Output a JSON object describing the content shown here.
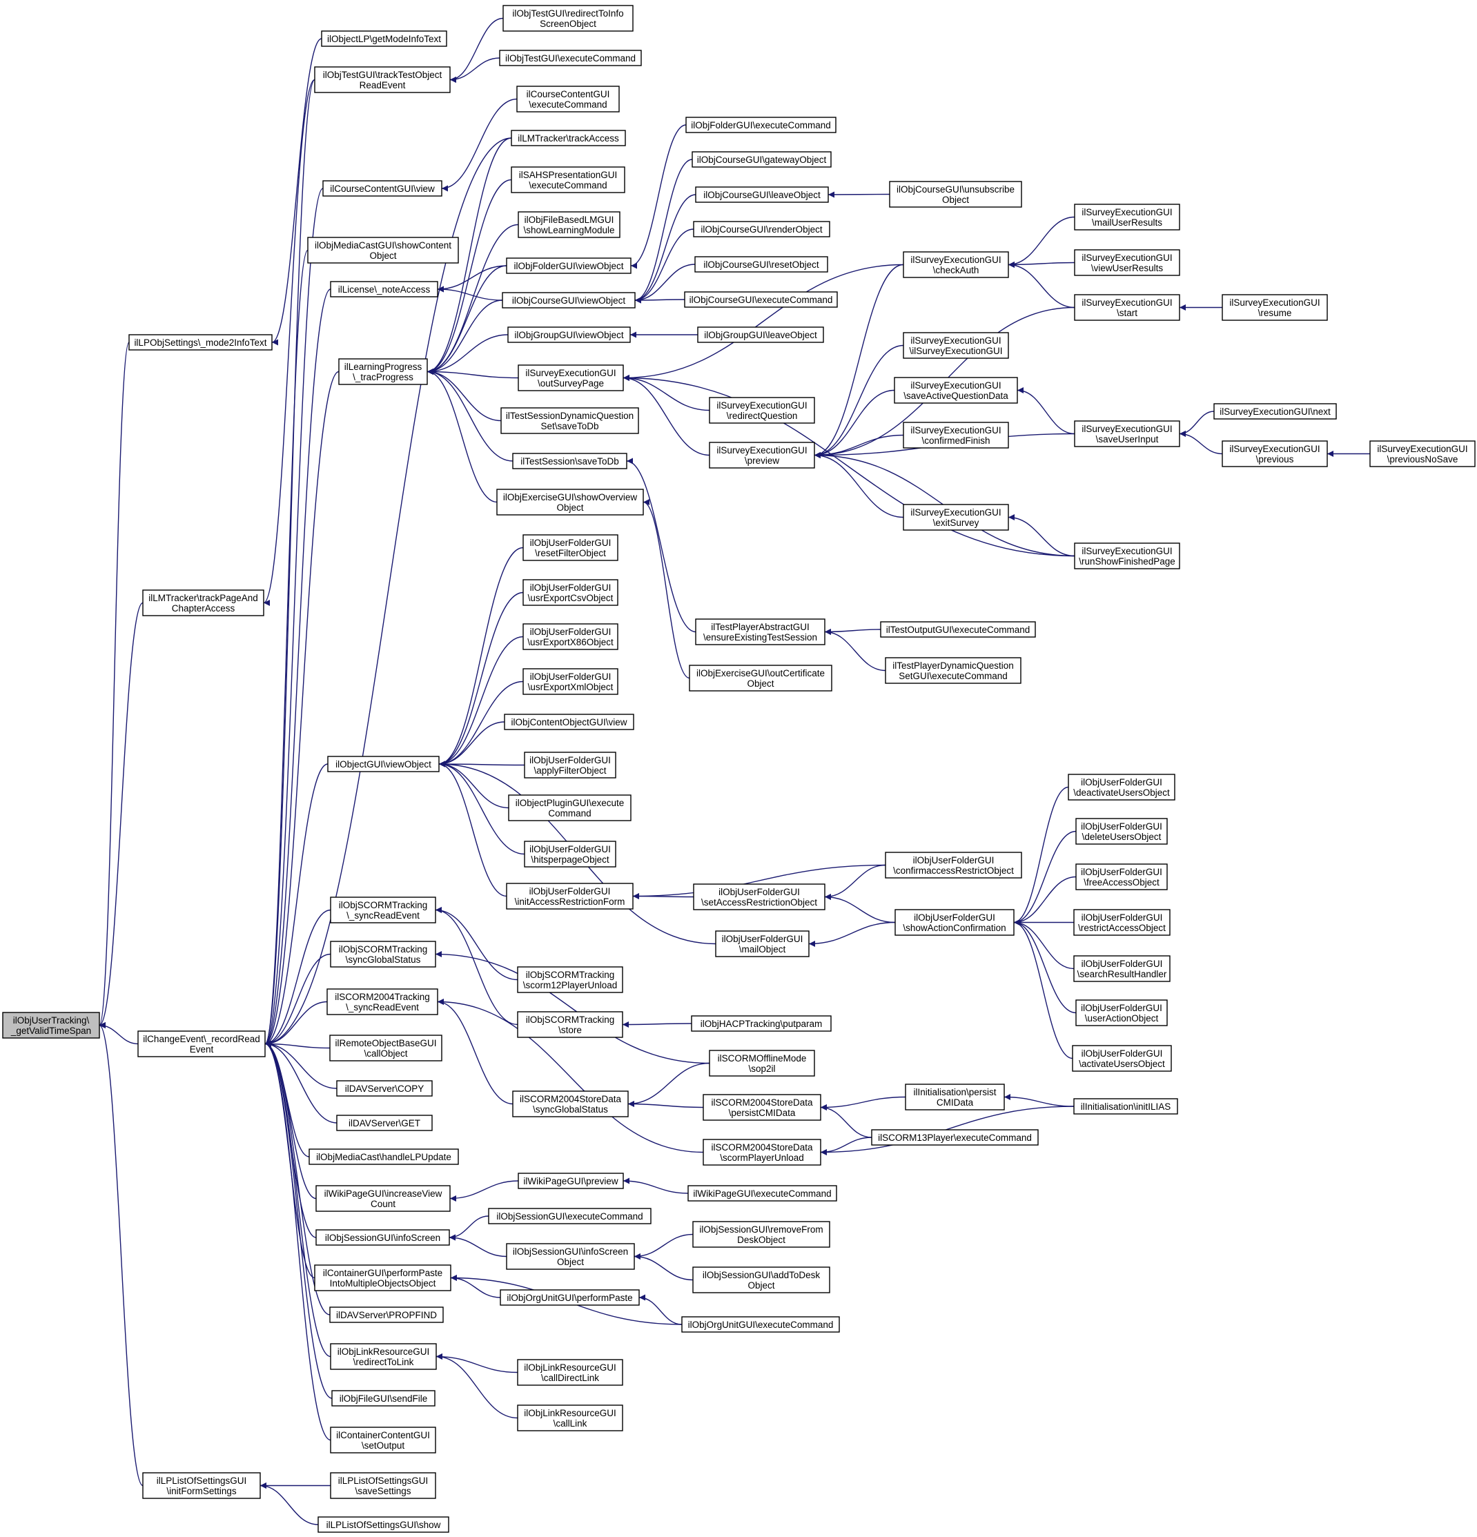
{
  "graph": {
    "nodes": [
      {
        "id": "root",
        "lines": [
          "ilObjUserTracking\\",
          "_getValidTimeSpan"
        ],
        "root": true
      },
      {
        "id": "lpSettingsMode",
        "lines": [
          "ilLPObjSettings\\_mode2InfoText"
        ]
      },
      {
        "id": "lmTrackerPage",
        "lines": [
          "ilLMTracker\\trackPageAnd",
          "ChapterAccess"
        ]
      },
      {
        "id": "changeEvent",
        "lines": [
          "ilChangeEvent\\_recordRead",
          "Event"
        ]
      },
      {
        "id": "lpListInit",
        "lines": [
          "ilLPListOfSettingsGUI",
          "\\initFormSettings"
        ]
      },
      {
        "id": "objectLP",
        "lines": [
          "ilObjectLP\\getModeInfoText"
        ]
      },
      {
        "id": "testTrack",
        "lines": [
          "ilObjTestGUI\\trackTestObject",
          "ReadEvent"
        ]
      },
      {
        "id": "courseContentView",
        "lines": [
          "ilCourseContentGUI\\view"
        ]
      },
      {
        "id": "mediaCastShow",
        "lines": [
          "ilObjMediaCastGUI\\showContent",
          "Object"
        ]
      },
      {
        "id": "licenseNote",
        "lines": [
          "ilLicense\\_noteAccess"
        ]
      },
      {
        "id": "learningProgress",
        "lines": [
          "ilLearningProgress",
          "\\_tracProgress"
        ]
      },
      {
        "id": "objectGUIView",
        "lines": [
          "ilObjectGUI\\viewObject"
        ]
      },
      {
        "id": "scormSyncRead",
        "lines": [
          "ilObjSCORMTracking",
          "\\_syncReadEvent"
        ]
      },
      {
        "id": "scormSyncGlobal",
        "lines": [
          "ilObjSCORMTracking",
          "\\syncGlobalStatus"
        ]
      },
      {
        "id": "scorm2004Sync",
        "lines": [
          "ilSCORM2004Tracking",
          "\\_syncReadEvent"
        ]
      },
      {
        "id": "remoteCall",
        "lines": [
          "ilRemoteObjectBaseGUI",
          "\\callObject"
        ]
      },
      {
        "id": "davCopy",
        "lines": [
          "ilDAVServer\\COPY"
        ]
      },
      {
        "id": "davGet",
        "lines": [
          "ilDAVServer\\GET"
        ]
      },
      {
        "id": "mediaCastLP",
        "lines": [
          "ilObjMediaCast\\handleLPUpdate"
        ]
      },
      {
        "id": "wikiIncrease",
        "lines": [
          "ilWikiPageGUI\\increaseView",
          "Count"
        ]
      },
      {
        "id": "sessionInfo",
        "lines": [
          "ilObjSessionGUI\\infoScreen"
        ]
      },
      {
        "id": "containerPaste",
        "lines": [
          "ilContainerGUI\\performPaste",
          "IntoMultipleObjectsObject"
        ]
      },
      {
        "id": "davPropfind",
        "lines": [
          "ilDAVServer\\PROPFIND"
        ]
      },
      {
        "id": "linkRedirect",
        "lines": [
          "ilObjLinkResourceGUI",
          "\\redirectToLink"
        ]
      },
      {
        "id": "fileSend",
        "lines": [
          "ilObjFileGUI\\sendFile"
        ]
      },
      {
        "id": "containerContentOut",
        "lines": [
          "ilContainerContentGUI",
          "\\setOutput"
        ]
      },
      {
        "id": "lpListSave",
        "lines": [
          "ilLPListOfSettingsGUI",
          "\\saveSettings"
        ]
      },
      {
        "id": "lpListShow",
        "lines": [
          "ilLPListOfSettingsGUI\\show"
        ]
      },
      {
        "id": "testRedirect",
        "lines": [
          "ilObjTestGUI\\redirectToInfo",
          "ScreenObject"
        ]
      },
      {
        "id": "testExecute",
        "lines": [
          "ilObjTestGUI\\executeCommand"
        ]
      },
      {
        "id": "courseContentExec",
        "lines": [
          "ilCourseContentGUI",
          "\\executeCommand"
        ]
      },
      {
        "id": "lmTrackAccess",
        "lines": [
          "ilLMTracker\\trackAccess"
        ]
      },
      {
        "id": "sahsExec",
        "lines": [
          "ilSAHSPresentationGUI",
          "\\executeCommand"
        ]
      },
      {
        "id": "fileLMShow",
        "lines": [
          "ilObjFileBasedLMGUI",
          "\\showLearningModule"
        ]
      },
      {
        "id": "folderView",
        "lines": [
          "ilObjFolderGUI\\viewObject"
        ]
      },
      {
        "id": "courseView",
        "lines": [
          "ilObjCourseGUI\\viewObject"
        ]
      },
      {
        "id": "groupView",
        "lines": [
          "ilObjGroupGUI\\viewObject"
        ]
      },
      {
        "id": "surveyOut",
        "lines": [
          "ilSurveyExecutionGUI",
          "\\outSurveyPage"
        ]
      },
      {
        "id": "testSessionDyn",
        "lines": [
          "ilTestSessionDynamicQuestion",
          "Set\\saveToDb"
        ]
      },
      {
        "id": "testSessionSave",
        "lines": [
          "ilTestSession\\saveToDb"
        ]
      },
      {
        "id": "exerciseShow",
        "lines": [
          "ilObjExerciseGUI\\showOverview",
          "Object"
        ]
      },
      {
        "id": "folderExec",
        "lines": [
          "ilObjFolderGUI\\executeCommand"
        ]
      },
      {
        "id": "courseGateway",
        "lines": [
          "ilObjCourseGUI\\gatewayObject"
        ]
      },
      {
        "id": "courseLeave",
        "lines": [
          "ilObjCourseGUI\\leaveObject"
        ]
      },
      {
        "id": "courseRender",
        "lines": [
          "ilObjCourseGUI\\renderObject"
        ]
      },
      {
        "id": "courseReset",
        "lines": [
          "ilObjCourseGUI\\resetObject"
        ]
      },
      {
        "id": "courseExec",
        "lines": [
          "ilObjCourseGUI\\executeCommand"
        ]
      },
      {
        "id": "groupLeave",
        "lines": [
          "ilObjGroupGUI\\leaveObject"
        ]
      },
      {
        "id": "surveyRedirect",
        "lines": [
          "ilSurveyExecutionGUI",
          "\\redirectQuestion"
        ]
      },
      {
        "id": "surveyPreview",
        "lines": [
          "ilSurveyExecutionGUI",
          "\\preview"
        ]
      },
      {
        "id": "courseUnsub",
        "lines": [
          "ilObjCourseGUI\\unsubscribe",
          "Object"
        ]
      },
      {
        "id": "surveyCheckAuth",
        "lines": [
          "ilSurveyExecutionGUI",
          "\\checkAuth"
        ]
      },
      {
        "id": "surveyCtor",
        "lines": [
          "ilSurveyExecutionGUI",
          "\\ilSurveyExecutionGUI"
        ]
      },
      {
        "id": "surveySaveActive",
        "lines": [
          "ilSurveyExecutionGUI",
          "\\saveActiveQuestionData"
        ]
      },
      {
        "id": "surveyConfirm",
        "lines": [
          "ilSurveyExecutionGUI",
          "\\confirmedFinish"
        ]
      },
      {
        "id": "surveyExit",
        "lines": [
          "ilSurveyExecutionGUI",
          "\\exitSurvey"
        ]
      },
      {
        "id": "surveyMail",
        "lines": [
          "ilSurveyExecutionGUI",
          "\\mailUserResults"
        ]
      },
      {
        "id": "surveyViewResults",
        "lines": [
          "ilSurveyExecutionGUI",
          "\\viewUserResults"
        ]
      },
      {
        "id": "surveyStart",
        "lines": [
          "ilSurveyExecutionGUI",
          "\\start"
        ]
      },
      {
        "id": "surveySaveInput",
        "lines": [
          "ilSurveyExecutionGUI",
          "\\saveUserInput"
        ]
      },
      {
        "id": "surveyFinished",
        "lines": [
          "ilSurveyExecutionGUI",
          "\\runShowFinishedPage"
        ]
      },
      {
        "id": "surveyResume",
        "lines": [
          "ilSurveyExecutionGUI",
          "\\resume"
        ]
      },
      {
        "id": "surveyNext",
        "lines": [
          "ilSurveyExecutionGUI\\next"
        ]
      },
      {
        "id": "surveyPrevious",
        "lines": [
          "ilSurveyExecutionGUI",
          "\\previous"
        ]
      },
      {
        "id": "surveyPrevNoSave",
        "lines": [
          "ilSurveyExecutionGUI",
          "\\previousNoSave"
        ]
      },
      {
        "id": "ufReset",
        "lines": [
          "ilObjUserFolderGUI",
          "\\resetFilterObject"
        ]
      },
      {
        "id": "ufCsv",
        "lines": [
          "ilObjUserFolderGUI",
          "\\usrExportCsvObject"
        ]
      },
      {
        "id": "ufX86",
        "lines": [
          "ilObjUserFolderGUI",
          "\\usrExportX86Object"
        ]
      },
      {
        "id": "ufXml",
        "lines": [
          "ilObjUserFolderGUI",
          "\\usrExportXmlObject"
        ]
      },
      {
        "id": "contentObjView",
        "lines": [
          "ilObjContentObjectGUI\\view"
        ]
      },
      {
        "id": "ufApply",
        "lines": [
          "ilObjUserFolderGUI",
          "\\applyFilterObject"
        ]
      },
      {
        "id": "pluginExec",
        "lines": [
          "ilObjectPluginGUI\\execute",
          "Command"
        ]
      },
      {
        "id": "ufHits",
        "lines": [
          "ilObjUserFolderGUI",
          "\\hitsperpageObject"
        ]
      },
      {
        "id": "ufInitAccess",
        "lines": [
          "ilObjUserFolderGUI",
          "\\initAccessRestrictionForm"
        ]
      },
      {
        "id": "testPlayerEnsure",
        "lines": [
          "ilTestPlayerAbstractGUI",
          "\\ensureExistingTestSession"
        ]
      },
      {
        "id": "exerciseCert",
        "lines": [
          "ilObjExerciseGUI\\outCertificate",
          "Object"
        ]
      },
      {
        "id": "testOutputExec",
        "lines": [
          "ilTestOutputGUI\\executeCommand"
        ]
      },
      {
        "id": "testPlayerDynExec",
        "lines": [
          "ilTestPlayerDynamicQuestion",
          "SetGUI\\executeCommand"
        ]
      },
      {
        "id": "ufSetAccess",
        "lines": [
          "ilObjUserFolderGUI",
          "\\setAccessRestrictionObject"
        ]
      },
      {
        "id": "ufMail",
        "lines": [
          "ilObjUserFolderGUI",
          "\\mailObject"
        ]
      },
      {
        "id": "ufConfirmAccess",
        "lines": [
          "ilObjUserFolderGUI",
          "\\confirmaccessRestrictObject"
        ]
      },
      {
        "id": "ufShowAction",
        "lines": [
          "ilObjUserFolderGUI",
          "\\showActionConfirmation"
        ]
      },
      {
        "id": "ufDeactivate",
        "lines": [
          "ilObjUserFolderGUI",
          "\\deactivateUsersObject"
        ]
      },
      {
        "id": "ufDelete",
        "lines": [
          "ilObjUserFolderGUI",
          "\\deleteUsersObject"
        ]
      },
      {
        "id": "ufFree",
        "lines": [
          "ilObjUserFolderGUI",
          "\\freeAccessObject"
        ]
      },
      {
        "id": "ufRestrict",
        "lines": [
          "ilObjUserFolderGUI",
          "\\restrictAccessObject"
        ]
      },
      {
        "id": "ufSearch",
        "lines": [
          "ilObjUserFolderGUI",
          "\\searchResultHandler"
        ]
      },
      {
        "id": "ufUserAction",
        "lines": [
          "ilObjUserFolderGUI",
          "\\userActionObject"
        ]
      },
      {
        "id": "ufActivate",
        "lines": [
          "ilObjUserFolderGUI",
          "\\activateUsersObject"
        ]
      },
      {
        "id": "scorm12Unload",
        "lines": [
          "ilObjSCORMTracking",
          "\\scorm12PlayerUnload"
        ]
      },
      {
        "id": "scormStore",
        "lines": [
          "ilObjSCORMTracking",
          "\\store"
        ]
      },
      {
        "id": "hacpPut",
        "lines": [
          "ilObjHACPTracking\\putparam"
        ]
      },
      {
        "id": "scormOffline",
        "lines": [
          "ilSCORMOfflineMode",
          "\\sop2il"
        ]
      },
      {
        "id": "scorm2004StoreSync",
        "lines": [
          "ilSCORM2004StoreData",
          "\\syncGlobalStatus"
        ]
      },
      {
        "id": "scorm2004Persist",
        "lines": [
          "ilSCORM2004StoreData",
          "\\persistCMIData"
        ]
      },
      {
        "id": "scorm2004Unload",
        "lines": [
          "ilSCORM2004StoreData",
          "\\scormPlayerUnload"
        ]
      },
      {
        "id": "initPersist",
        "lines": [
          "ilInitialisation\\persist",
          "CMIData"
        ]
      },
      {
        "id": "initILIAS",
        "lines": [
          "ilInitialisation\\initILIAS"
        ]
      },
      {
        "id": "scorm13Exec",
        "lines": [
          "ilSCORM13Player\\executeCommand"
        ]
      },
      {
        "id": "wikiPreview",
        "lines": [
          "ilWikiPageGUI\\preview"
        ]
      },
      {
        "id": "wikiExec",
        "lines": [
          "ilWikiPageGUI\\executeCommand"
        ]
      },
      {
        "id": "sessionExec",
        "lines": [
          "ilObjSessionGUI\\executeCommand"
        ]
      },
      {
        "id": "sessionInfoObj",
        "lines": [
          "ilObjSessionGUI\\infoScreen",
          "Object"
        ]
      },
      {
        "id": "sessionRemove",
        "lines": [
          "ilObjSessionGUI\\removeFrom",
          "DeskObject"
        ]
      },
      {
        "id": "sessionAdd",
        "lines": [
          "ilObjSessionGUI\\addToDesk",
          "Object"
        ]
      },
      {
        "id": "orgPaste",
        "lines": [
          "ilObjOrgUnitGUI\\performPaste"
        ]
      },
      {
        "id": "orgExec",
        "lines": [
          "ilObjOrgUnitGUI\\executeCommand"
        ]
      },
      {
        "id": "linkDirect",
        "lines": [
          "ilObjLinkResourceGUI",
          "\\callDirectLink"
        ]
      },
      {
        "id": "linkCall",
        "lines": [
          "ilObjLinkResourceGUI",
          "\\callLink"
        ]
      }
    ]
  }
}
